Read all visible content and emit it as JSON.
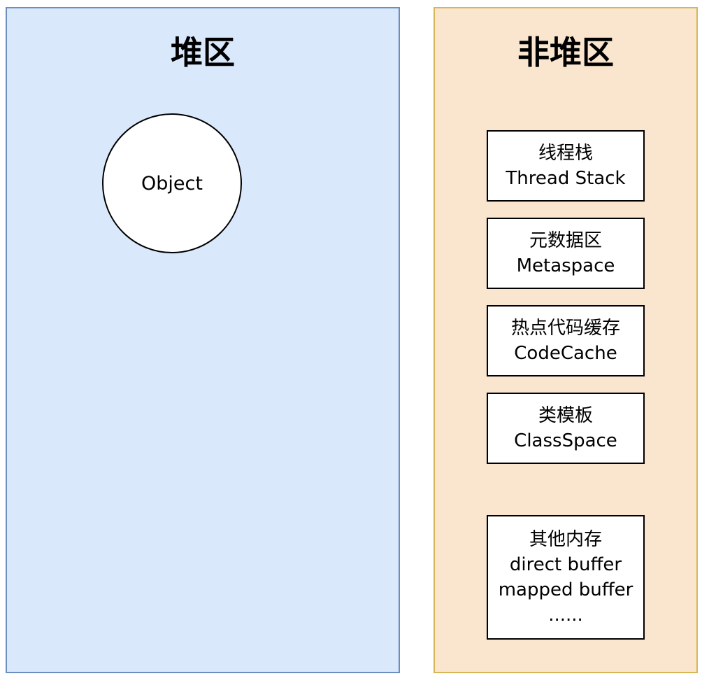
{
  "heap": {
    "title": "堆区",
    "object_label": "Object"
  },
  "non_heap": {
    "title": "非堆区",
    "boxes": [
      {
        "lines": [
          "线程栈",
          "Thread Stack"
        ]
      },
      {
        "lines": [
          "元数据区",
          "Metaspace"
        ]
      },
      {
        "lines": [
          "热点代码缓存",
          "CodeCache"
        ]
      },
      {
        "lines": [
          "类模板",
          "ClassSpace"
        ]
      },
      {
        "lines": [
          "其他内存",
          "direct buffer",
          "mapped buffer",
          "......"
        ]
      }
    ]
  },
  "colors": {
    "heap_fill": "#dae8fc",
    "heap_border": "#6c8ebf",
    "non_heap_fill": "#fae6cf",
    "non_heap_border": "#d6b656"
  }
}
